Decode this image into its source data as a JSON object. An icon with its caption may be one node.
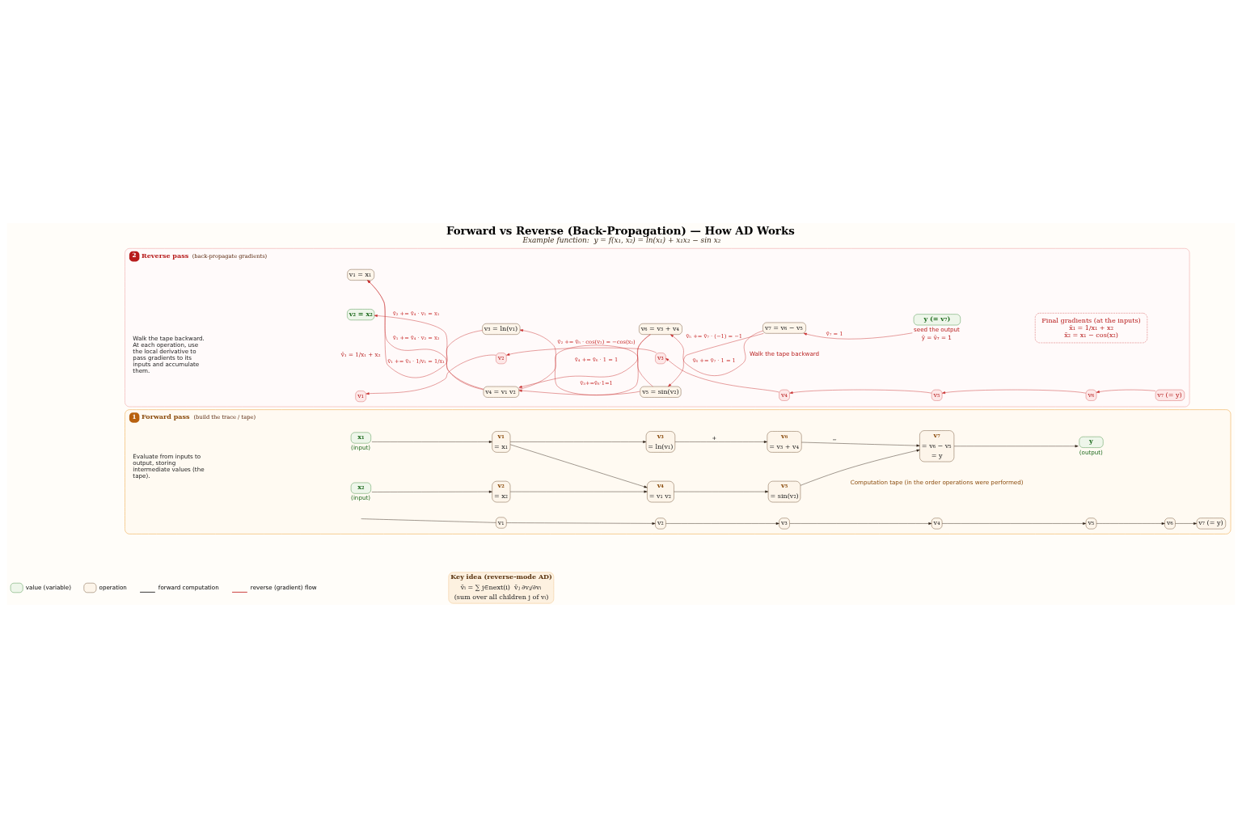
{
  "diagram": {
    "title": "Forward vs Reverse (Back-Propagation) — How AD Works",
    "caption": "Example function:  y = f(x₁, x₂) = ln(x₁) + x₁x₂ − sin x₂",
    "nodes": [
      {
        "text": [
          "1",
          "Forward pass",
          "(build the trace / tape)"
        ]
      },
      {
        "text": [
          "x₁"
        ],
        "beside": [
          "(input)"
        ],
        "in": 0
      },
      {
        "text": [
          "x₂"
        ],
        "beside": [
          "(input)"
        ],
        "in": 0
      },
      {
        "text": [
          "v₁",
          "= x₁"
        ],
        "in": 0
      },
      {
        "text": [
          "v₂",
          "= x₂"
        ],
        "in": 0
      },
      {
        "text": [
          "v₃",
          "= ln(v₁)"
        ],
        "in": 0
      },
      {
        "text": [
          "v₄",
          "= v₁ v₂"
        ],
        "in": 0
      },
      {
        "text": [
          "v₅",
          "= sin(v₂)"
        ],
        "in": 0
      },
      {
        "text": [
          "v₆",
          "= v₃ + v₄"
        ],
        "in": 0
      },
      {
        "text": [
          "v₇",
          "= v₆ − v₅",
          "= y"
        ],
        "in": 0
      },
      {
        "text": [
          "y"
        ],
        "beside": [
          "(output)"
        ],
        "in": 0
      },
      {
        "text": [
          "v₁"
        ],
        "in": 0
      },
      {
        "text": [
          "v₂"
        ],
        "in": 0
      },
      {
        "text": [
          "v₃"
        ],
        "in": 0
      },
      {
        "text": [
          "v₄"
        ],
        "in": 0
      },
      {
        "text": [
          "v₅"
        ],
        "in": 0
      },
      {
        "text": [
          "v₆"
        ],
        "in": 0
      },
      {
        "text": [
          "v₇ (= y)"
        ],
        "in": 0
      },
      {
        "text": [
          "2",
          "Reverse pass",
          "(back-propagate gradients)"
        ]
      },
      {
        "text": [
          "v₁ = x₁"
        ],
        "in": 18
      },
      {
        "text": [
          "v₃ = ln(v₁)"
        ],
        "in": 18
      },
      {
        "text": [
          "v₆ = v₃ + v₄"
        ],
        "in": 18
      },
      {
        "text": [
          "v₇ = v₆ − v₅"
        ],
        "in": 18
      },
      {
        "text": [
          "y (= v₇)"
        ],
        "beside": [
          "seed the output",
          "ȳ = v̄₇ = 1"
        ],
        "in": 18
      },
      {
        "text": [
          "v₄ = v₁ v₂"
        ],
        "in": 18
      },
      {
        "text": [
          "v₅ = sin(v₂)"
        ],
        "in": 18
      },
      {
        "text": [
          "v₂ = x₂"
        ],
        "in": 18
      },
      {
        "text": [
          "Final gradients (at the inputs)",
          "x̄₁ = 1/x₁ + x₂",
          "x̄₂ = x₁ − cos(x₂)"
        ],
        "in": 18
      },
      {
        "text": [
          "v₁"
        ],
        "in": 18
      },
      {
        "text": [
          "v₂"
        ],
        "in": 18
      },
      {
        "text": [
          "v₃"
        ],
        "in": 18
      },
      {
        "text": [
          "v₄"
        ],
        "in": 18
      },
      {
        "text": [
          "v₅"
        ],
        "in": 18
      },
      {
        "text": [
          "v₆"
        ],
        "in": 18
      },
      {
        "text": [
          "v₇ (= y)"
        ],
        "in": 18
      },
      {
        "text": [
          "Key idea (reverse-mode AD)",
          "v̄ᵢ = ∑ j∈next(i)  v̄ⱼ ∂vⱼ/∂vᵢ",
          "(sum over all children j of vᵢ)"
        ]
      }
    ],
    "edges": [
      {
        "from": null,
        "to": 11,
        "arrow": "none"
      },
      {
        "from": 1,
        "to": 3,
        "arrow": "to"
      },
      {
        "from": 2,
        "to": 4,
        "arrow": "to"
      },
      {
        "from": 3,
        "to": 5,
        "arrow": "to"
      },
      {
        "from": 3,
        "to": 6,
        "arrow": "to"
      },
      {
        "from": 4,
        "to": 6,
        "arrow": "to"
      },
      {
        "from": 5,
        "to": 8,
        "arrow": "to",
        "label": "+"
      },
      {
        "from": 6,
        "to": 7,
        "arrow": "to"
      },
      {
        "from": 8,
        "to": 9,
        "arrow": "to",
        "label": "−"
      },
      {
        "from": 7,
        "to": 9,
        "arrow": "to"
      },
      {
        "from": 9,
        "to": 10,
        "arrow": "to"
      },
      {
        "from": 11,
        "to": 12,
        "arrow": "to"
      },
      {
        "from": 12,
        "to": 13,
        "arrow": "to"
      },
      {
        "from": 13,
        "to": 14,
        "arrow": "to"
      },
      {
        "from": 14,
        "to": 15,
        "arrow": "to"
      },
      {
        "from": 15,
        "to": 16,
        "arrow": "to"
      },
      {
        "from": 16,
        "to": 17,
        "arrow": "to"
      },
      {
        "from": 23,
        "to": 22,
        "arrow": "to",
        "label": "v̄₇ = 1",
        "color": "#c62828"
      },
      {
        "from": 22,
        "to": 21,
        "arrow": "to",
        "label": "v̄₆ += v̄₇ · 1 = 1",
        "color": "#c62828"
      },
      {
        "from": 21,
        "to": 20,
        "arrow": "to",
        "label": "v̄₃+=v̄₆·1=1",
        "color": "#c62828"
      },
      {
        "from": 20,
        "to": 19,
        "arrow": "to",
        "label": "v̄₁ += v̄₃ · 1/v₁ = 1/x₁",
        "color": "#c62828"
      },
      {
        "from": 21,
        "to": 24,
        "arrow": "to",
        "label": "v̄₄ += v̄₆ · 1 = 1",
        "color": "#c62828"
      },
      {
        "from": 24,
        "to": 19,
        "arrow": "to",
        "label": "v̄₁ += v̄₄ · v₂ = x₂",
        "color": "#c62828"
      },
      {
        "from": 22,
        "to": 25,
        "arrow": "to",
        "label": "v̄₅ += v̄₇ · (−1) = −1",
        "color": "#c62828"
      },
      {
        "from": 25,
        "to": 24,
        "arrow": "to",
        "color": "#c62828"
      },
      {
        "from": 24,
        "to": 26,
        "arrow": "to",
        "label": "v̄₂ += v̄₄ · v₁ = x₁",
        "color": "#c62828"
      },
      {
        "from": 25,
        "to": 24,
        "arrow": "none",
        "label": "v̄₂ += v̄₅ · cos(v₂) = −cos(x₂)",
        "color": "#c62828"
      },
      {
        "from": 34,
        "to": 33,
        "arrow": "to",
        "color": "#c62828"
      },
      {
        "from": 33,
        "to": 32,
        "arrow": "to",
        "color": "#c62828"
      },
      {
        "from": 32,
        "to": 31,
        "arrow": "to",
        "color": "#c62828"
      },
      {
        "from": 31,
        "to": 30,
        "arrow": "to",
        "color": "#c62828"
      },
      {
        "from": 30,
        "to": 29,
        "arrow": "to",
        "color": "#c62828"
      },
      {
        "from": 29,
        "to": 28,
        "arrow": "to",
        "color": "#c62828"
      }
    ],
    "labels": [
      "Evaluate from inputs to output, storing intermediate values (the tape).",
      "Computation tape (in the order operations were performed)",
      "Walk the tape backward. At each operation, use the local derivative to pass gradients to its inputs and accumulate them.",
      "v̄₁ = 1/x₁ + x₂",
      "Walk the tape backward"
    ],
    "legend": [
      {
        "text": "value (variable)",
        "color": "#eef6ea"
      },
      {
        "text": "operation",
        "color": "#fdf5ea"
      },
      {
        "text": "forward computation"
      },
      {
        "text": "reverse (gradient) flow"
      }
    ]
  }
}
